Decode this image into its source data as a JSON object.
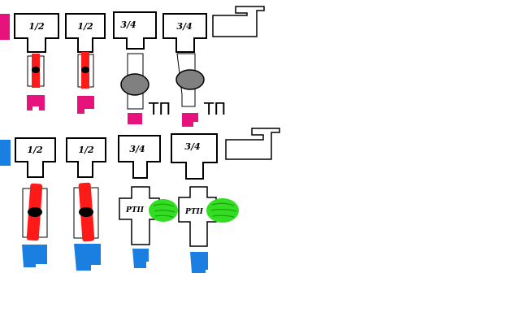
{
  "colors": {
    "background": "#ffffff",
    "outline": "#000000",
    "valve_red": "#ff1a1a",
    "pink": "#e8127c",
    "blue": "#1a7fe0",
    "gray": "#808080",
    "green": "#33dd22",
    "green_mark": "#1fa010"
  },
  "icons": {
    "tee_corner": "elbow-pipe-icon",
    "valve": "ball-valve-icon",
    "meter": "water-meter-icon",
    "tee": "tee-fitting-icon",
    "filter": "filter-icon"
  },
  "top_row": {
    "marker_color": "pink",
    "fittings": [
      {
        "label": "1/2",
        "component": "valve"
      },
      {
        "label": "1/2",
        "component": "valve"
      },
      {
        "label": "3/4",
        "component": "meter"
      },
      {
        "label": "3/4",
        "component": "meter"
      }
    ],
    "tp_labels": [
      "ТП",
      "ТП"
    ]
  },
  "bottom_row": {
    "marker_color": "blue",
    "fittings": [
      {
        "label": "1/2",
        "component": "valve"
      },
      {
        "label": "1/2",
        "component": "valve"
      },
      {
        "label": "3/4",
        "component": "tee"
      },
      {
        "label": "3/4",
        "component": "tee"
      }
    ],
    "tee_labels": [
      "PTII",
      "PTII"
    ]
  }
}
